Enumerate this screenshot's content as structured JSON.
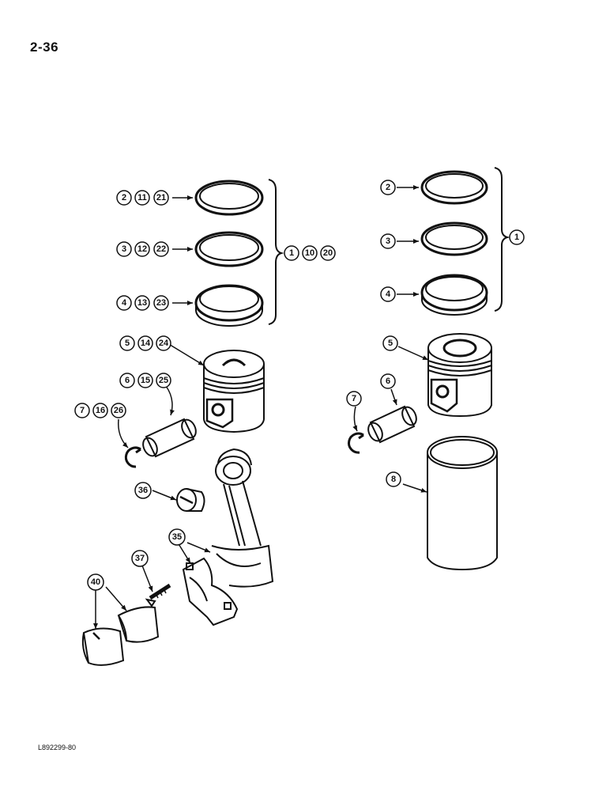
{
  "page_number": "2-36",
  "reference_code": "L892299-80",
  "callouts": [
    {
      "id": "c-2",
      "label": "2"
    },
    {
      "id": "c-11",
      "label": "11"
    },
    {
      "id": "c-21",
      "label": "21"
    },
    {
      "id": "c-3",
      "label": "3"
    },
    {
      "id": "c-12",
      "label": "12"
    },
    {
      "id": "c-22",
      "label": "22"
    },
    {
      "id": "c-4",
      "label": "4"
    },
    {
      "id": "c-13",
      "label": "13"
    },
    {
      "id": "c-23",
      "label": "23"
    },
    {
      "id": "c-1",
      "label": "1"
    },
    {
      "id": "c-10",
      "label": "10"
    },
    {
      "id": "c-20",
      "label": "20"
    },
    {
      "id": "c-5",
      "label": "5"
    },
    {
      "id": "c-14",
      "label": "14"
    },
    {
      "id": "c-24",
      "label": "24"
    },
    {
      "id": "c-6",
      "label": "6"
    },
    {
      "id": "c-15",
      "label": "15"
    },
    {
      "id": "c-25",
      "label": "25"
    },
    {
      "id": "c-7",
      "label": "7"
    },
    {
      "id": "c-16",
      "label": "16"
    },
    {
      "id": "c-26",
      "label": "26"
    },
    {
      "id": "c-36",
      "label": "36"
    },
    {
      "id": "c-35",
      "label": "35"
    },
    {
      "id": "c-37",
      "label": "37"
    },
    {
      "id": "c-40",
      "label": "40"
    },
    {
      "id": "r-2",
      "label": "2"
    },
    {
      "id": "r-3",
      "label": "3"
    },
    {
      "id": "r-4",
      "label": "4"
    },
    {
      "id": "r-1",
      "label": "1"
    },
    {
      "id": "r-5",
      "label": "5"
    },
    {
      "id": "r-6",
      "label": "6"
    },
    {
      "id": "r-7",
      "label": "7"
    },
    {
      "id": "r-8",
      "label": "8"
    }
  ]
}
